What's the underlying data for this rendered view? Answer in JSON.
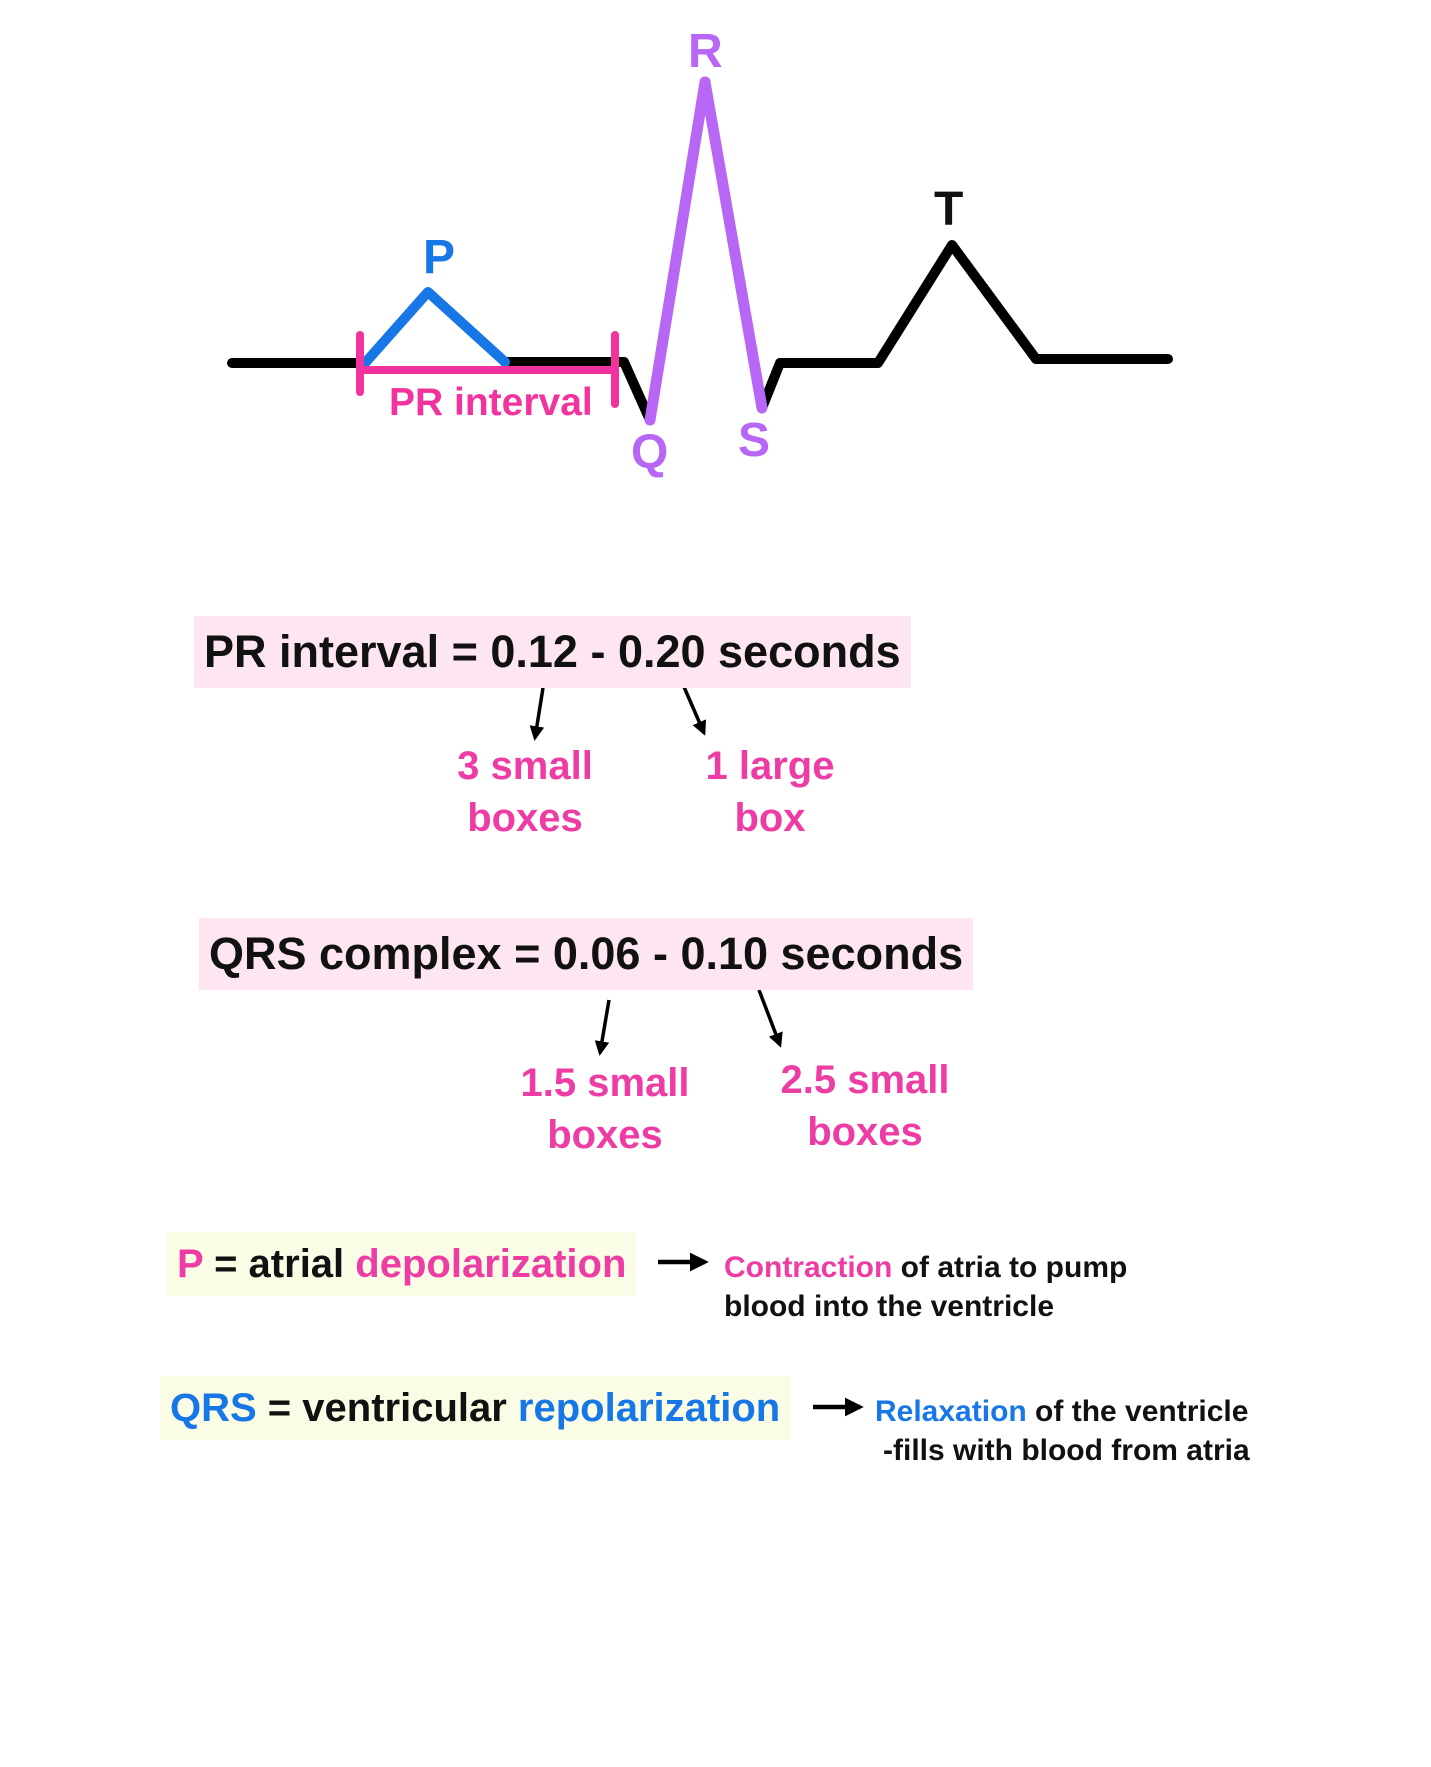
{
  "colors": {
    "line": "#000000",
    "p_wave": "#1877e6",
    "qrs": "#b766f5",
    "pr_interval": "#f2339e",
    "pink_text": "#ee3ca5",
    "blue_text": "#1877e6",
    "highlight_pink": "#fde6f1",
    "highlight_yellow": "#fbfce6"
  },
  "waveform": {
    "labels": {
      "p": "P",
      "q": "Q",
      "r": "R",
      "s": "S",
      "t": "T",
      "pr_interval": "PR interval"
    }
  },
  "pr": {
    "equation": "PR interval = 0.12 - 0.20 seconds",
    "left_note": [
      "3 small",
      "boxes"
    ],
    "right_note": [
      "1 large",
      "box"
    ]
  },
  "qrs": {
    "equation": "QRS complex = 0.06 - 0.10 seconds",
    "left_note": [
      "1.5 small",
      "boxes"
    ],
    "right_note": [
      "2.5 small",
      "boxes"
    ]
  },
  "definitions": {
    "p": {
      "term": "P",
      "middle": " = atrial ",
      "highlight": "depolarization",
      "result_highlight": "Contraction",
      "result_rest": " of atria to pump",
      "result_line2": "blood into the ventricle"
    },
    "qrs": {
      "term": "QRS",
      "middle": " = ventricular ",
      "highlight": "repolarization",
      "result_highlight": "Relaxation",
      "result_rest": " of the ventricle",
      "result_line2": "-fills with blood from atria"
    }
  }
}
